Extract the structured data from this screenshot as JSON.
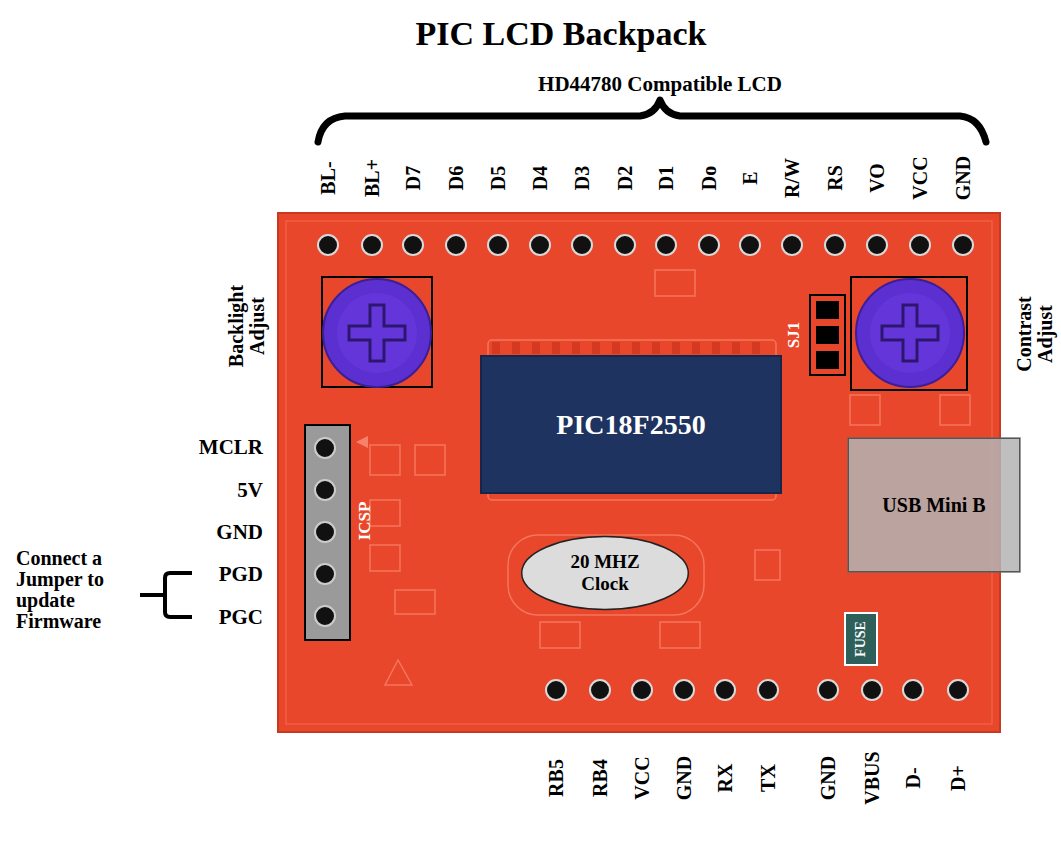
{
  "diagram": {
    "title": "PIC LCD Backpack",
    "nodes": [
      {
        "text": [
          "PIC18F2550"
        ]
      },
      {
        "text": [
          "20 MHZ Clock"
        ]
      },
      {
        "text": [
          "USB Mini B"
        ]
      },
      {
        "text": [
          "FUSE"
        ]
      },
      {
        "text": [
          "ICSP"
        ]
      }
    ],
    "edges": [],
    "labels": [
      "HD44780 Compatible LCD",
      "BL-",
      "BL+",
      "D7",
      "D6",
      "D5",
      "D4",
      "D3",
      "D2",
      "D1",
      "Do",
      "E",
      "R/W",
      "RS",
      "VO",
      "VCC",
      "GND",
      "Backlight Adjust",
      "Contrast Adjust",
      "SJ1",
      "MCLR",
      "5V",
      "GND",
      "PGD",
      "PGC",
      "Connect a Jumper to update Firmware",
      "RB5",
      "RB4",
      "VCC",
      "GND",
      "RX",
      "TX",
      "GND",
      "VBUS",
      "D-",
      "D+"
    ]
  }
}
